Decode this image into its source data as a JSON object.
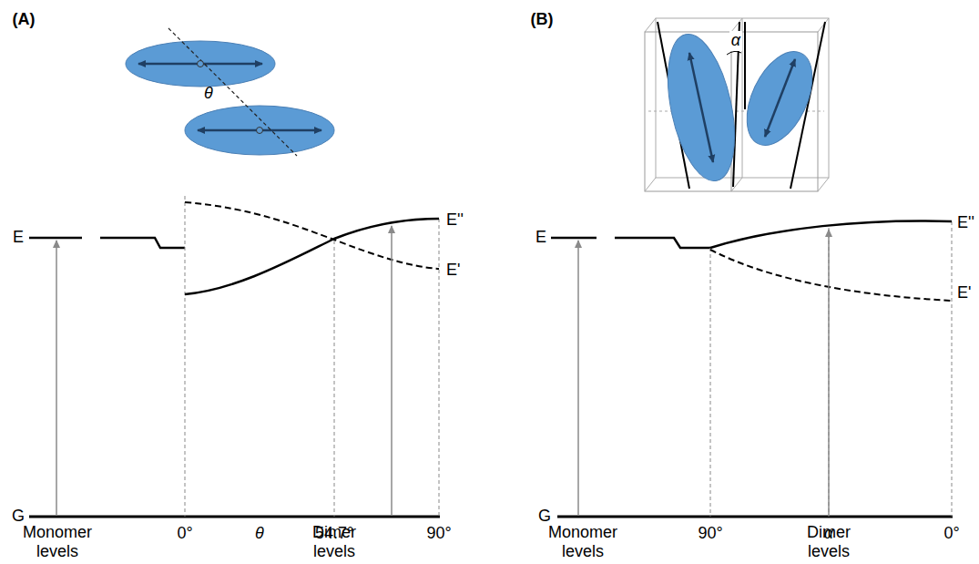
{
  "diagram": {
    "labels": [
      "(A)",
      "θ",
      "E",
      "E''",
      "E'",
      "G",
      "0°",
      "θ",
      "54.7°",
      "90°",
      "Monomer levels",
      "Dimer levels",
      "(B)",
      "α",
      "E",
      "E''",
      "E'",
      "G",
      "90°",
      "α",
      "0°",
      "Monomer levels",
      "Dimer levels"
    ]
  }
}
